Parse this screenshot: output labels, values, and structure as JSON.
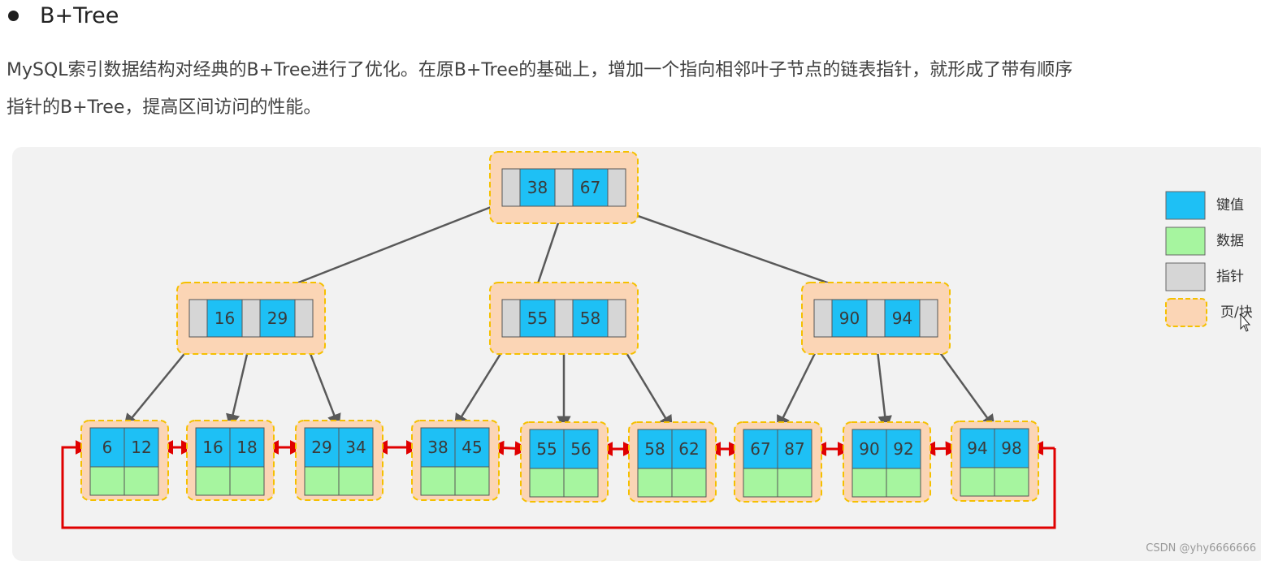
{
  "heading": "B+Tree",
  "paragraph": {
    "line1": "MySQL索引数据结构对经典的B+Tree进行了优化。在原B+Tree的基础上，增加一个指向相邻叶子节点的链表指针，就形成了带有顺序",
    "line2": "指针的B+Tree，提高区间访问的性能。"
  },
  "colors": {
    "key": "#1ec0f5",
    "data": "#a6f59f",
    "pointer": "#d6d6d6",
    "page_fill": "#fbd5b5",
    "page_border": "#f5c000",
    "tree_edge": "#595959",
    "leaf_link": "#e00000"
  },
  "tree": {
    "root": {
      "keys": [
        "38",
        "67"
      ]
    },
    "internal": [
      {
        "keys": [
          "16",
          "29"
        ]
      },
      {
        "keys": [
          "55",
          "58"
        ]
      },
      {
        "keys": [
          "90",
          "94"
        ]
      }
    ],
    "leaves": [
      {
        "keys": [
          "6",
          "12"
        ]
      },
      {
        "keys": [
          "16",
          "18"
        ]
      },
      {
        "keys": [
          "29",
          "34"
        ]
      },
      {
        "keys": [
          "38",
          "45"
        ]
      },
      {
        "keys": [
          "55",
          "56"
        ]
      },
      {
        "keys": [
          "58",
          "62"
        ]
      },
      {
        "keys": [
          "67",
          "87"
        ]
      },
      {
        "keys": [
          "90",
          "92"
        ]
      },
      {
        "keys": [
          "94",
          "98"
        ]
      }
    ]
  },
  "legend": [
    {
      "label": "键值",
      "kind": "key"
    },
    {
      "label": "数据",
      "kind": "data"
    },
    {
      "label": "指针",
      "kind": "pointer"
    },
    {
      "label": "页/块",
      "kind": "page"
    }
  ],
  "watermark": "CSDN @yhy6666666"
}
